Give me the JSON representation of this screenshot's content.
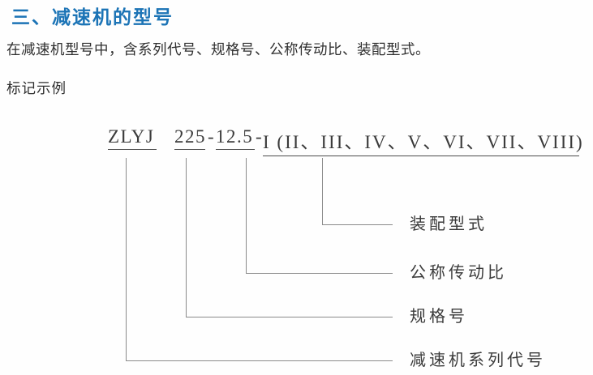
{
  "page": {
    "title": "三、减速机的型号",
    "intro": "在减速机型号中，含系列代号、规格号、公称传动比、装配型式。",
    "example_heading": "标记示例"
  },
  "model": {
    "series_code": "ZLYJ",
    "size_code": "225",
    "separator1": "-",
    "ratio": "12.5",
    "separator2": "-",
    "assembly_options": "I (II、III、IV、V、VI、VII、VIII)"
  },
  "diagram": {
    "labels": {
      "assembly": "装配型式",
      "ratio": "公称传动比",
      "size": "规格号",
      "series": "减速机系列代号"
    }
  },
  "colors": {
    "title_blue": "#1c74b6",
    "body_text": "#2f2f2f",
    "model_text": "#3b3b3b",
    "connector_gray": "#8a8a8a",
    "background": "#fefefe"
  }
}
